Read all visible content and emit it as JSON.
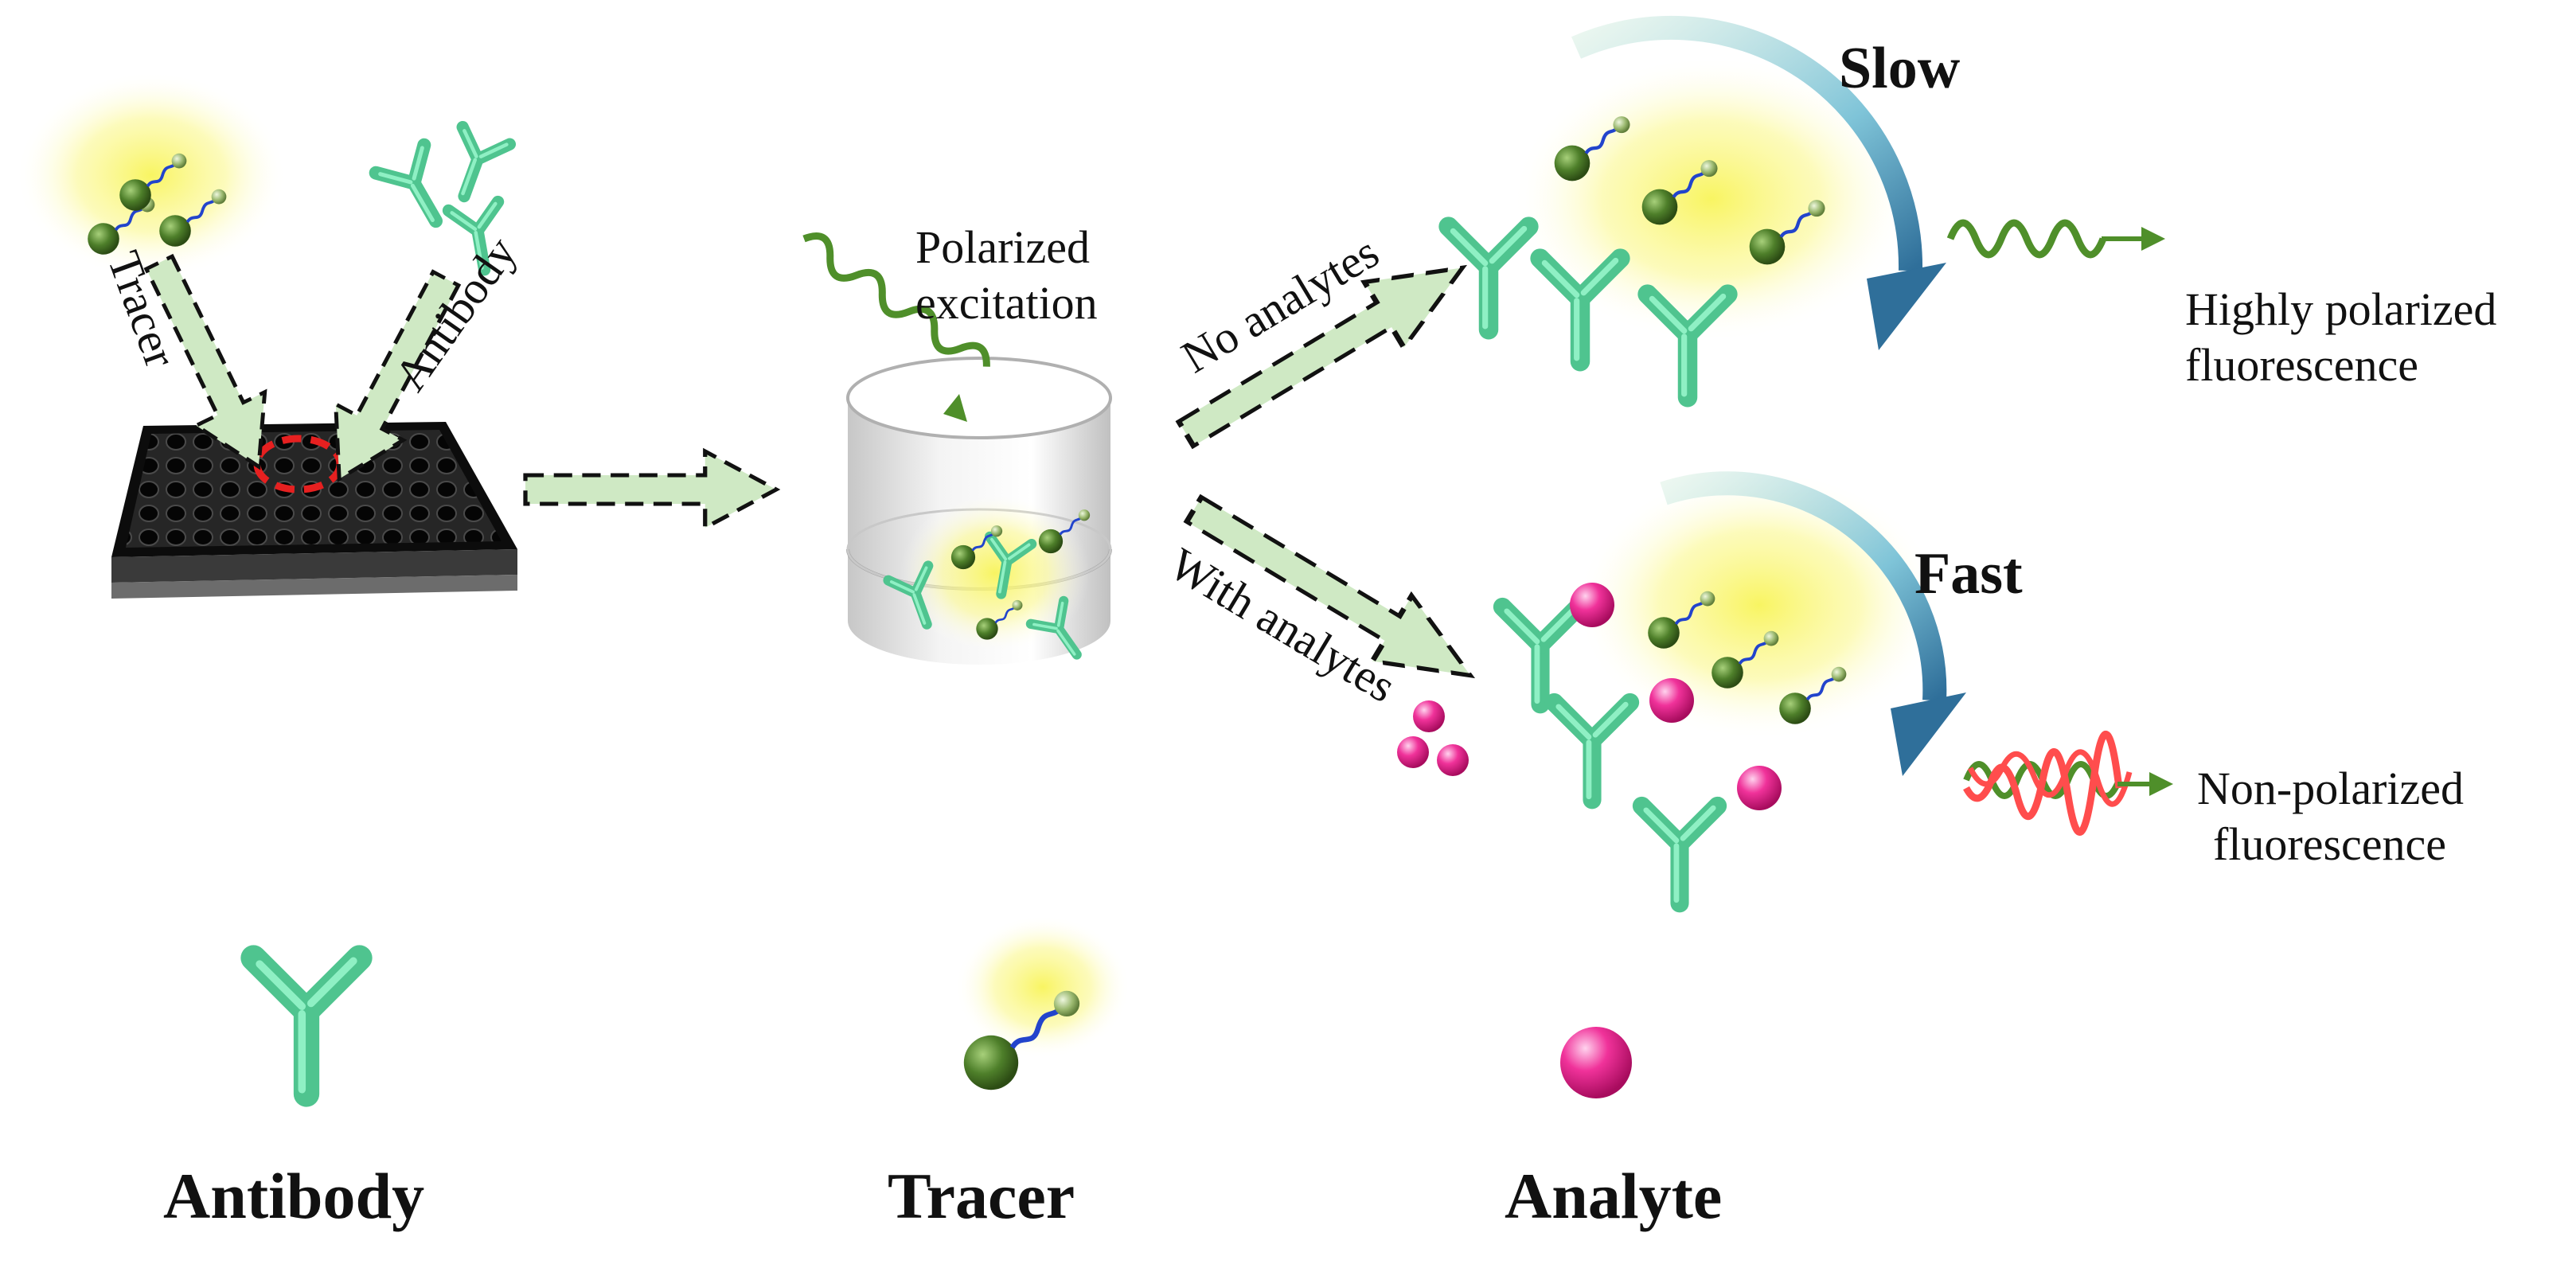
{
  "diagram": {
    "labels": {
      "tracer_arrow": "Tracer",
      "antibody_arrow": "Antibody",
      "excitation_line1": "Polarized",
      "excitation_line2": "excitation",
      "no_analytes": "No analytes",
      "with_analytes": "With analytes",
      "slow": "Slow",
      "fast": "Fast",
      "out_top_line1": "Highly polarized",
      "out_top_line2": "fluorescence",
      "out_bottom_line1": "Non-polarized",
      "out_bottom_line2": "fluorescence"
    },
    "legend": [
      {
        "icon": "antibody-icon",
        "label": "Antibody"
      },
      {
        "icon": "tracer-icon",
        "label": "Tracer"
      },
      {
        "icon": "analyte-icon",
        "label": "Analyte"
      }
    ],
    "colors": {
      "antibody": "#5fd9a0",
      "tracer": "#4e7f2a",
      "analyte": "#f0329a",
      "glow": "#f6f26a",
      "arrow_fill": "#cfe9c4",
      "wave_green": "#4f8f2a",
      "wave_red": "#ff4d4d",
      "rotation_arrow": "#3f8fb0",
      "plate": "#1c1c1c",
      "highlight": "#e62020"
    }
  }
}
